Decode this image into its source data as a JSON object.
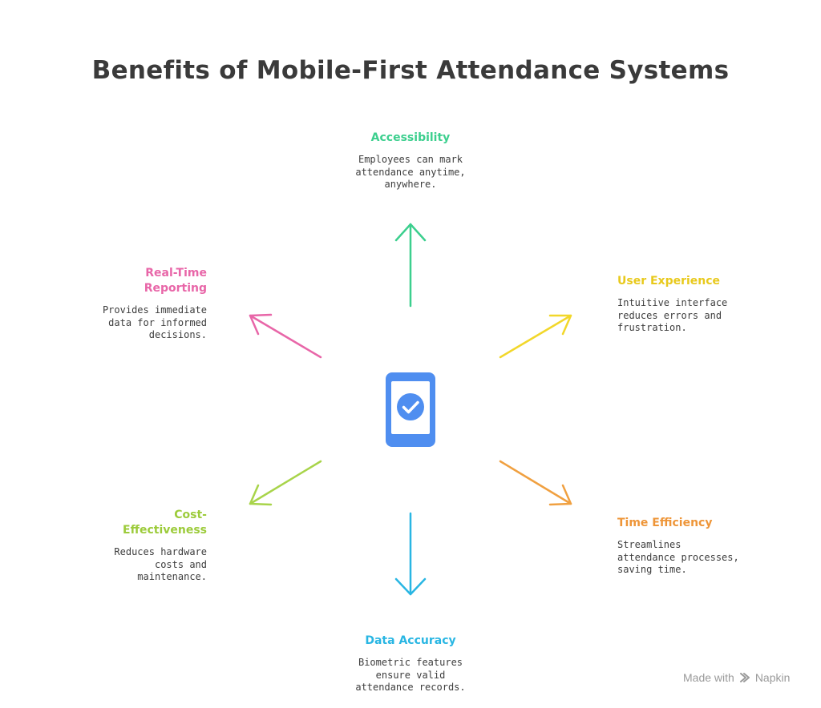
{
  "title": "Benefits of Mobile-First Attendance Systems",
  "center_icon": "phone-checkmark-icon",
  "colors": {
    "accessibility": "#3ccf8e",
    "user_experience": "#f2d72a",
    "time_efficiency": "#f0a040",
    "data_accuracy": "#29b6e3",
    "cost_effectiveness": "#a8d44a",
    "real_time_reporting": "#e866a8",
    "phone": "#4f8ef0"
  },
  "benefits": {
    "accessibility": {
      "heading": "Accessibility",
      "lines": [
        "Employees can mark",
        "attendance anytime,",
        "anywhere."
      ]
    },
    "user_experience": {
      "heading": "User Experience",
      "lines": [
        "Intuitive interface",
        "reduces errors and",
        "frustration."
      ]
    },
    "time_efficiency": {
      "heading": "Time Efficiency",
      "lines": [
        "Streamlines",
        "attendance processes,",
        "saving time."
      ]
    },
    "data_accuracy": {
      "heading": "Data Accuracy",
      "lines": [
        "Biometric features",
        "ensure valid",
        "attendance records."
      ]
    },
    "cost_effectiveness": {
      "heading_lines": [
        "Cost-",
        "Effectiveness"
      ],
      "lines": [
        "Reduces hardware",
        "costs and",
        "maintenance."
      ]
    },
    "real_time_reporting": {
      "heading_lines": [
        "Real-Time",
        "Reporting"
      ],
      "lines": [
        "Provides immediate",
        "data for informed",
        "decisions."
      ]
    }
  },
  "watermark": {
    "prefix": "Made with",
    "brand": "Napkin"
  }
}
